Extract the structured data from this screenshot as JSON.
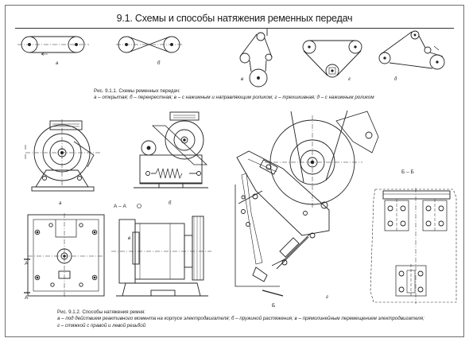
{
  "header": {
    "title": "9.1. Схемы и способы натяжения ременных передач"
  },
  "figure1": {
    "caption_title": "Рис. 9.1.1. Схемы ременных передач:",
    "caption_body": "а – открытая; б – перекрестная; в – с нажимным и направляющим роликом; г – трехшкивная; д – с нажимным роликом",
    "labels": {
      "a": "а",
      "b": "б",
      "v": "в",
      "g": "г",
      "d": "д"
    }
  },
  "figure2": {
    "caption_title": "Рис. 9.1.2. Способы натяжения ремня:",
    "caption_line1": "а – под действием реактивного момента на корпусе электродвигателя; б – пружиной растяжения; в – прямолинейным перемещением электродвигателя;",
    "caption_line2": "г – стяжкой с правой и левой резьбой",
    "labels": {
      "a": "а",
      "b": "б",
      "v": "в",
      "g": "г"
    },
    "section_aa": "А – А",
    "section_bb": "Б – Б",
    "mark_a": "А",
    "mark_b": "Б"
  }
}
